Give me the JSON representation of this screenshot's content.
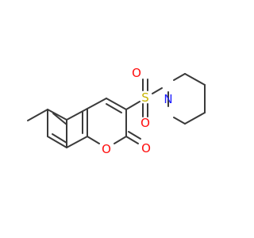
{
  "molecule": {
    "atoms": {
      "sulfur": {
        "symbol": "S",
        "color": "#c8b400"
      },
      "sulfonyl_oxygen_top": {
        "symbol": "O",
        "color": "#ff0d0d"
      },
      "sulfonyl_oxygen_bottom": {
        "symbol": "O",
        "color": "#ff0d0d"
      },
      "ring_oxygen": {
        "symbol": "O",
        "color": "#ff0d0d"
      },
      "carbonyl_oxygen": {
        "symbol": "O",
        "color": "#ff0d0d"
      },
      "piperidine_nitrogen": {
        "symbol": "N",
        "color": "#2020ff"
      }
    },
    "bond_color": "#3a3a3a"
  }
}
